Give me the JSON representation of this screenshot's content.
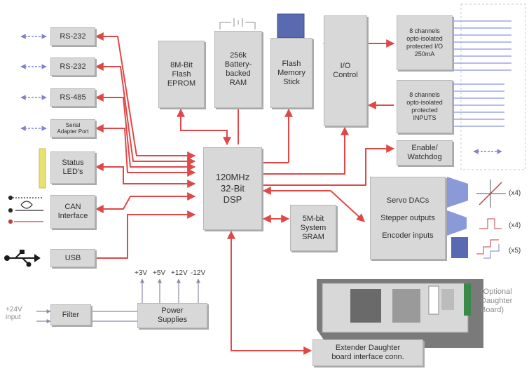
{
  "colors": {
    "bus_arrow": "#e04848",
    "io_arrow": "#8080d0",
    "block_fill": "#d8d8d8",
    "status_led": "#e8e070",
    "flash_stick": "#5a6ab0",
    "daughter_note": "#8c8c8c"
  },
  "blocks": {
    "rs232_a": "RS-232",
    "rs232_b": "RS-232",
    "rs485": "RS-485",
    "serial_adapter": "Serial\nAdapter Port",
    "status_leds": "Status\nLED's",
    "can": "CAN\nInterface",
    "usb": "USB",
    "filter": "Filter",
    "power": "Power\nSupplies",
    "eprom": "8M-Bit\nFlash\nEPROM",
    "ram": "256k\nBattery-\nbacked\nRAM",
    "flash_stick": "Flash\nMemory\nStick",
    "io_control": "I/O\nControl",
    "outputs": "8 channels\nopto-isolated\nprotected I/O\n250mA",
    "inputs": "8 channels\nopto-isolated\nprotected\nINPUTS",
    "watchdog": "Enable/\nWatchdog",
    "dsp": "120MHz\n32-Bit\nDSP",
    "sram": "5M-bit\nSystem\nSRAM",
    "servo": "Servo DACs",
    "stepper": "Stepper outputs",
    "encoder": "Encoder inputs",
    "extender": "Extender Daughter\nboard interface conn."
  },
  "labels": {
    "supply_in": "+24V\ninput",
    "voltages": [
      "+3V",
      "+5V",
      "+12V",
      "-12V"
    ],
    "daughter_board": "(Optional\nDaughter\nBoard)",
    "multipliers": [
      "(x4)",
      "(x4)",
      "(x5)"
    ]
  }
}
